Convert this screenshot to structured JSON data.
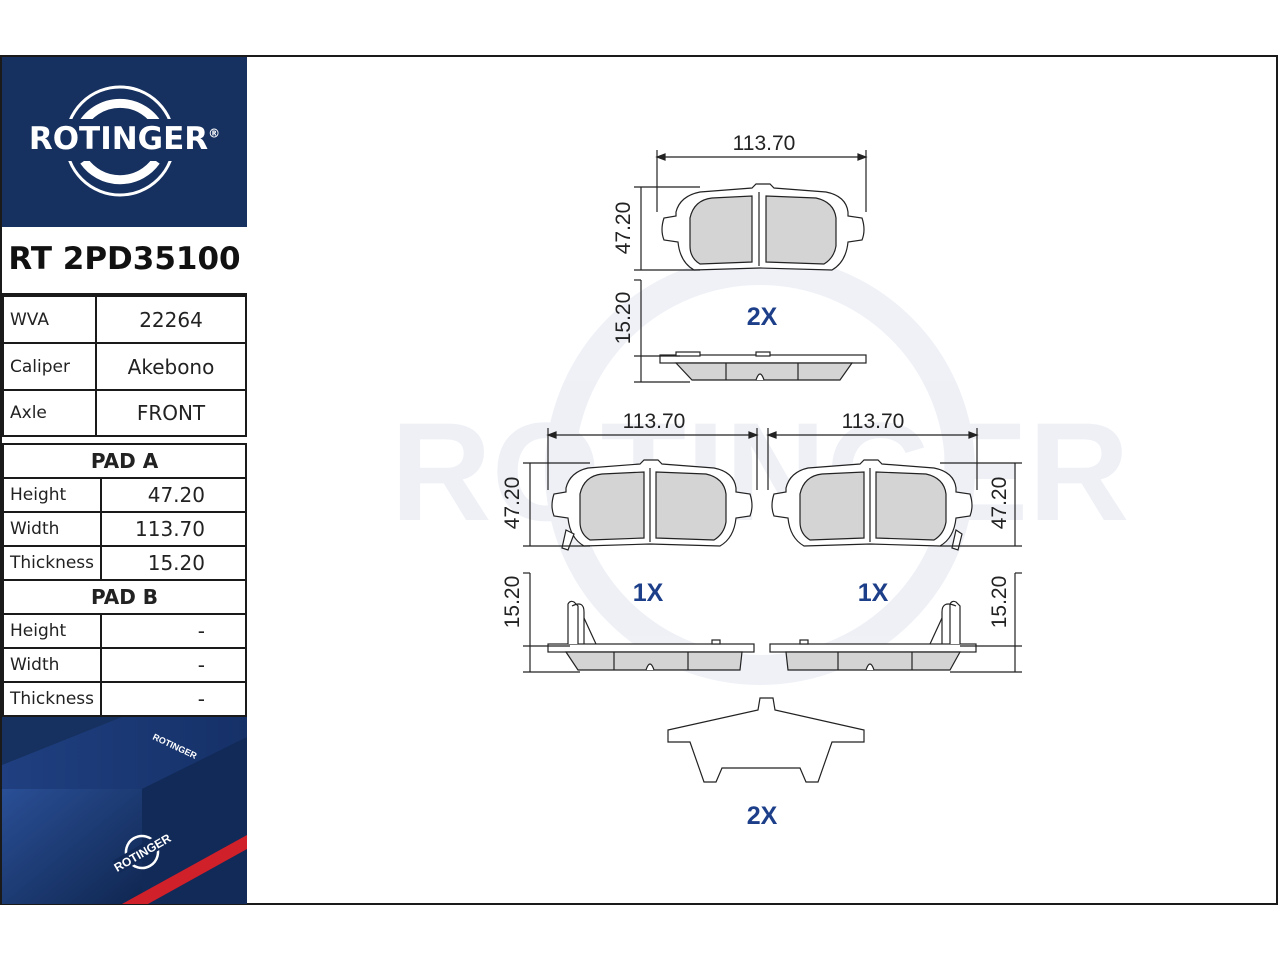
{
  "brand": {
    "name": "ROTINGER",
    "registered_mark": "®",
    "colors": {
      "primary": "#16305f",
      "accent": "#d0202a",
      "label_blue": "#1d3f8a"
    }
  },
  "part_number": "RT 2PD35100",
  "specs": [
    {
      "label": "WVA",
      "value": "22264"
    },
    {
      "label": "Caliper",
      "value": "Akebono"
    },
    {
      "label": "Axle",
      "value": "FRONT"
    }
  ],
  "pad_a": {
    "title": "PAD A",
    "rows": [
      {
        "label": "Height",
        "value": "47.20"
      },
      {
        "label": "Width",
        "value": "113.70"
      },
      {
        "label": "Thickness",
        "value": "15.20"
      }
    ]
  },
  "pad_b": {
    "title": "PAD B",
    "rows": [
      {
        "label": "Height",
        "value": "-"
      },
      {
        "label": "Width",
        "value": "-"
      },
      {
        "label": "Thickness",
        "value": "-"
      }
    ]
  },
  "package": {
    "brand_text": "ROTINGER"
  },
  "drawing": {
    "watermark": "ROTINGER",
    "top_pad": {
      "width": "113.70",
      "height": "47.20",
      "thickness": "15.20",
      "qty": "2X"
    },
    "left_pad": {
      "width": "113.70",
      "height": "47.20",
      "thickness": "15.20",
      "qty": "1X"
    },
    "right_pad": {
      "width": "113.70",
      "height": "47.20",
      "thickness": "15.20",
      "qty": "1X"
    },
    "shim": {
      "qty": "2X"
    }
  }
}
